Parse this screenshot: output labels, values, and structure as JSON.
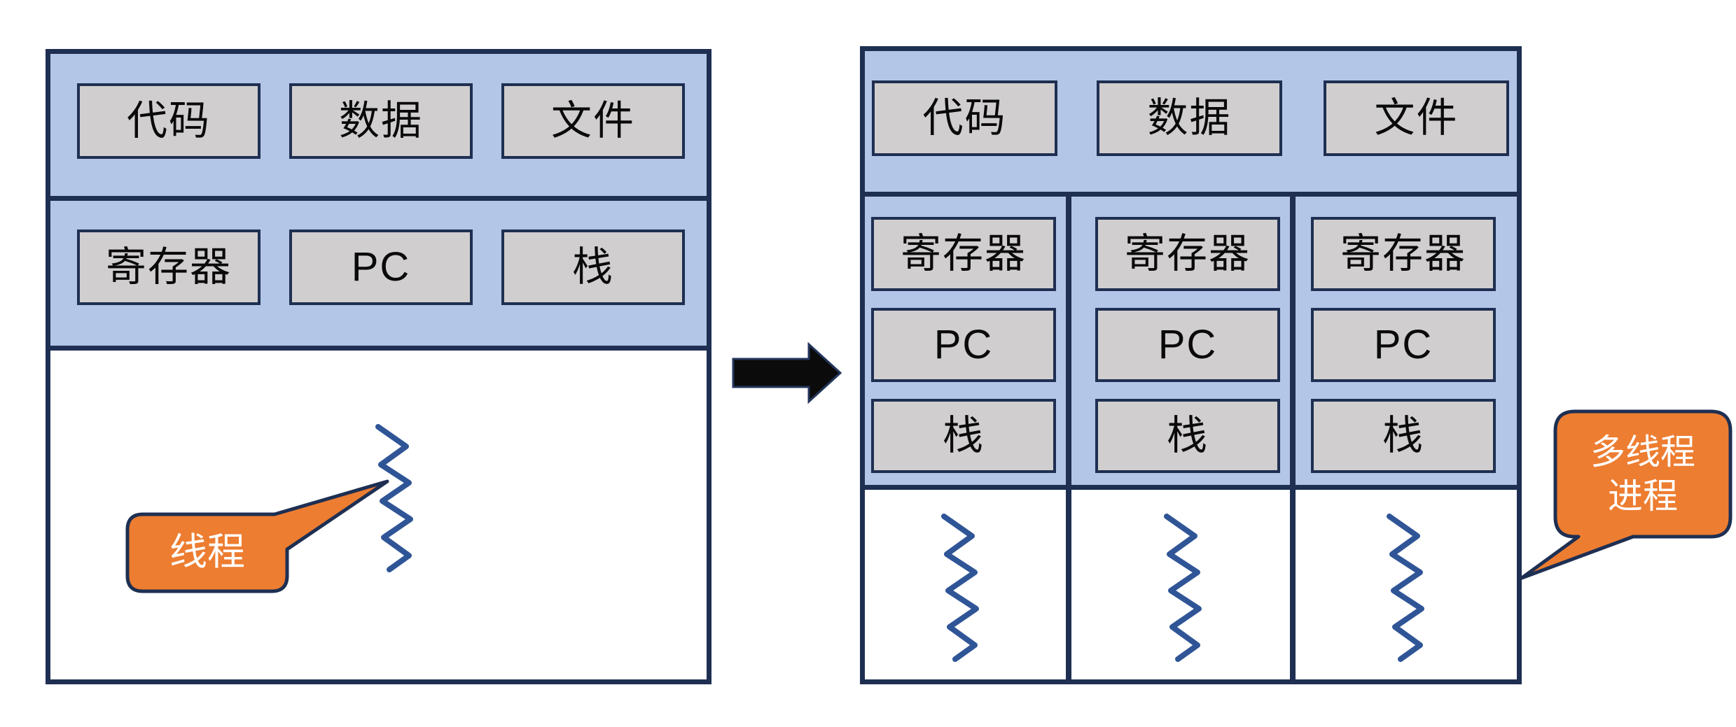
{
  "palette": {
    "panel_fill": "#b3c6e7",
    "border": "#1e2f52",
    "box_fill": "#d0cece",
    "callout_fill": "#ed7d31",
    "callout_text": "#ffffff",
    "thread_line": "#2f5597",
    "arrow": "#0b0b0b",
    "background": "#ffffff"
  },
  "left": {
    "row1": [
      "代码",
      "数据",
      "文件"
    ],
    "row2": [
      "寄存器",
      "PC",
      "栈"
    ],
    "callout": "线程"
  },
  "right": {
    "row1": [
      "代码",
      "数据",
      "文件"
    ],
    "columns": [
      [
        "寄存器",
        "PC",
        "栈"
      ],
      [
        "寄存器",
        "PC",
        "栈"
      ],
      [
        "寄存器",
        "PC",
        "栈"
      ]
    ],
    "callout_line1": "多线程",
    "callout_line2": "进程"
  }
}
